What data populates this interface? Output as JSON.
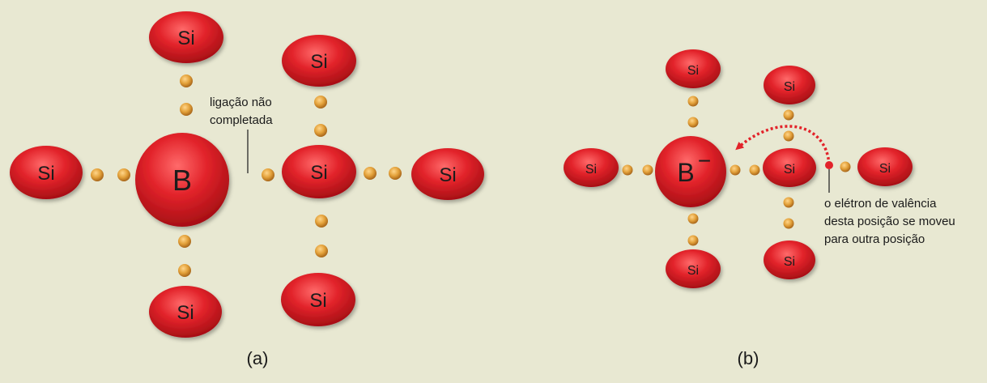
{
  "colors": {
    "background": "#e8e8d2",
    "atom": "#e2232a",
    "atom_dark": "#9e0c12",
    "electron": "#e3a13a",
    "hole_marker": "#e2232a",
    "arrow": "#e2232a"
  },
  "panel_a": {
    "caption": "(a)",
    "atom_labels": {
      "boron": "B",
      "silicon": "Si"
    },
    "note": {
      "line1": "ligação não",
      "line2": "completada"
    }
  },
  "panel_b": {
    "caption": "(b)",
    "atom_labels": {
      "boron": "B",
      "boron_charge": "−",
      "silicon": "Si"
    },
    "note": {
      "line1": "o elétron de valência",
      "line2": "desta posição se moveu",
      "line3": "para outra posição"
    }
  }
}
